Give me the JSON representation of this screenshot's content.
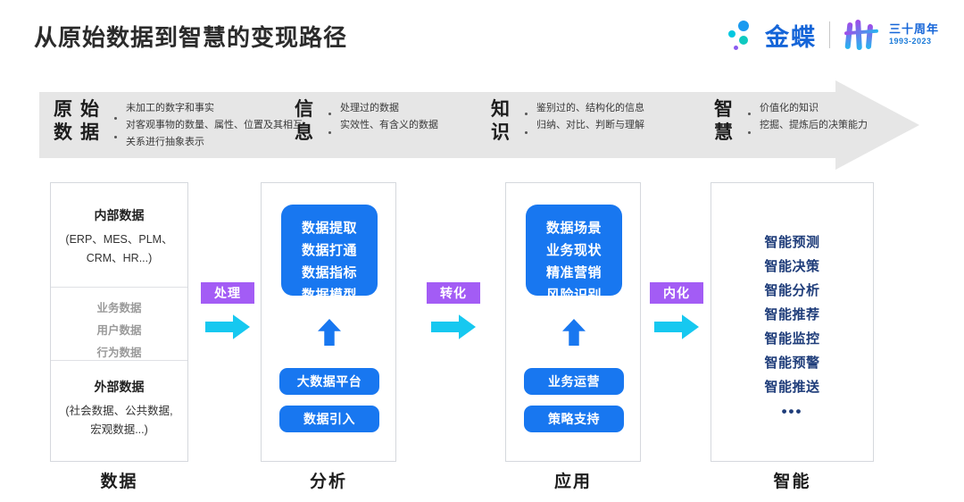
{
  "header": {
    "title": "从原始数据到智慧的变现路径",
    "logo": {
      "brand": "金蝶",
      "anniversary_cn": "三十周年",
      "anniversary_years": "1993-2023"
    }
  },
  "banner": {
    "columns": [
      {
        "term": [
          "原",
          "始",
          "数",
          "据"
        ],
        "bullets": [
          "未加工的数字和事实",
          "对客观事物的数量、属性、位置及其相互关系进行抽象表示"
        ]
      },
      {
        "term": [
          "信",
          "息"
        ],
        "bullets": [
          "处理过的数据",
          "实效性、有含义的数据"
        ]
      },
      {
        "term": [
          "知",
          "识"
        ],
        "bullets": [
          "鉴别过的、结构化的信息",
          "归纳、对比、判断与理解"
        ]
      },
      {
        "term": [
          "智",
          "慧"
        ],
        "bullets": [
          "价值化的知识",
          "挖掘、提炼后的决策能力"
        ]
      }
    ]
  },
  "cards": {
    "data_card": {
      "internal_title": "内部数据",
      "internal_sub_line1": "(ERP、MES、PLM、",
      "internal_sub_line2": "CRM、HR...)",
      "middle_items": [
        "业务数据",
        "用户数据",
        "行为数据"
      ],
      "external_title": "外部数据",
      "external_sub_line1": "(社会数据、公共数据,",
      "external_sub_line2": "宏观数据...)"
    },
    "analysis_card": {
      "box_lines": [
        "数据提取",
        "数据打通",
        "数据指标",
        "数据模型"
      ],
      "pill_top": "大数据平台",
      "pill_bottom": "数据引入"
    },
    "application_card": {
      "box_lines": [
        "数据场景",
        "业务现状",
        "精准营销",
        "风险识别"
      ],
      "pill_top": "业务运营",
      "pill_bottom": "策略支持"
    },
    "intelligence_card": {
      "items": [
        "智能预测",
        "智能决策",
        "智能分析",
        "智能推荐",
        "智能监控",
        "智能预警",
        "智能推送"
      ],
      "ellipsis": "•••"
    }
  },
  "connectors": [
    {
      "label": "处理"
    },
    {
      "label": "转化"
    },
    {
      "label": "内化"
    }
  ],
  "stages": [
    "数据",
    "分析",
    "应用",
    "智能"
  ],
  "colors": {
    "banner_gray": "#E6E6E6",
    "primary_blue": "#1877F0",
    "badge_purple": "#A35CF5",
    "arrow_cyan": "#16C8F0",
    "navy_text": "#1F3D7A",
    "muted_gray": "#9A9A9A",
    "brand_blue": "#1565D8"
  }
}
